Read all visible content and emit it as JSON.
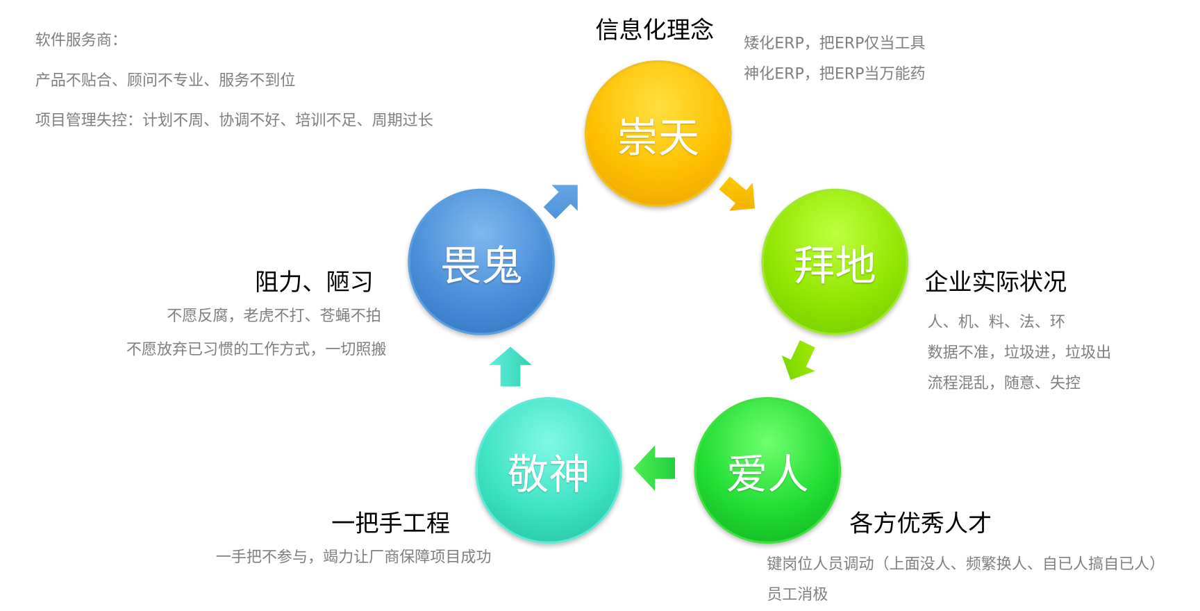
{
  "left_notes": [
    "软件服务商：",
    "产品不贴合、顾问不专业、服务不到位",
    "项目管理失控：计划不周、协调不好、培训不足、周期过长"
  ],
  "nodes": [
    {
      "label": "崇天",
      "color": "#ffc000",
      "heading": "信息化理念",
      "notes": [
        "矮化ERP，把ERP仅当工具",
        "神化ERP，把ERP当万能药"
      ]
    },
    {
      "label": "拜地",
      "color": "#92e600",
      "heading": "企业实际状况",
      "notes": [
        "人、机、料、法、环",
        "数据不准，垃圾进，垃圾出",
        "流程混乱，随意、失控"
      ]
    },
    {
      "label": "爱人",
      "color": "#22dd33",
      "heading": "各方优秀人才",
      "notes": [
        "键岗位人员调动（上面没人、频繁换人、自已人搞自已人）",
        "员工消极"
      ]
    },
    {
      "label": "敬神",
      "color": "#3fe3c4",
      "heading": "一把手工程",
      "notes": [
        "一手把不参与，竭力让厂商保障项目成功"
      ]
    },
    {
      "label": "畏鬼",
      "color": "#4a90d9",
      "heading": "阻力、陋习",
      "notes": [
        "不愿反腐，老虎不打、苍蝇不拍",
        "不愿放弃已习惯的工作方式，一切照搬"
      ]
    }
  ]
}
